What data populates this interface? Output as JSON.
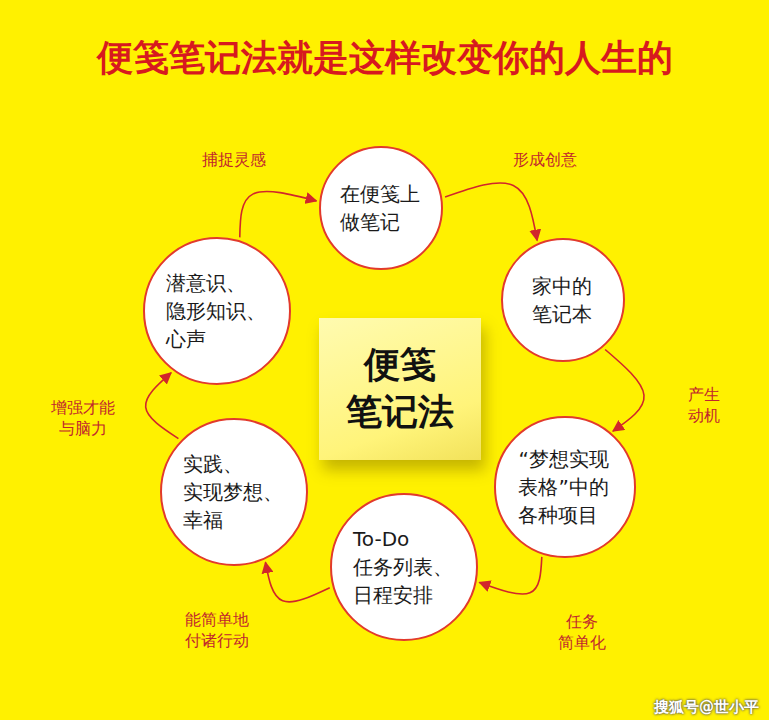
{
  "diagram": {
    "title": "便笺笔记法就是这样改变你的人生的",
    "nodes": [
      {
        "text": [
          "在便笺上 做笔记"
        ]
      },
      {
        "text": [
          "家中的 笔记本"
        ]
      },
      {
        "text": [
          "“梦想实现 表格”中的 各种项目"
        ]
      },
      {
        "text": [
          "To-Do 任务列表、 日程安排"
        ]
      },
      {
        "text": [
          "实践、 实现梦想、 幸福"
        ]
      },
      {
        "text": [
          "潜意识、 隐形知识、 心声"
        ]
      },
      {
        "text": [
          "便笺 笔记法"
        ]
      }
    ],
    "edges": [
      {
        "from": 0,
        "to": 1,
        "label": "形成创意",
        "arrow": "to"
      },
      {
        "from": 1,
        "to": 2,
        "label": "产生 动机",
        "arrow": "to"
      },
      {
        "from": 2,
        "to": 3,
        "label": "任务 简单化",
        "arrow": "to"
      },
      {
        "from": 3,
        "to": 4,
        "label": "能简单地 付诸行动",
        "arrow": "to"
      },
      {
        "from": 4,
        "to": 5,
        "label": "增强才能 与脑力",
        "arrow": "to"
      },
      {
        "from": 5,
        "to": 0,
        "label": "捕捉灵感",
        "arrow": "to"
      }
    ],
    "labels": [
      "搜狐号@世小平"
    ]
  }
}
